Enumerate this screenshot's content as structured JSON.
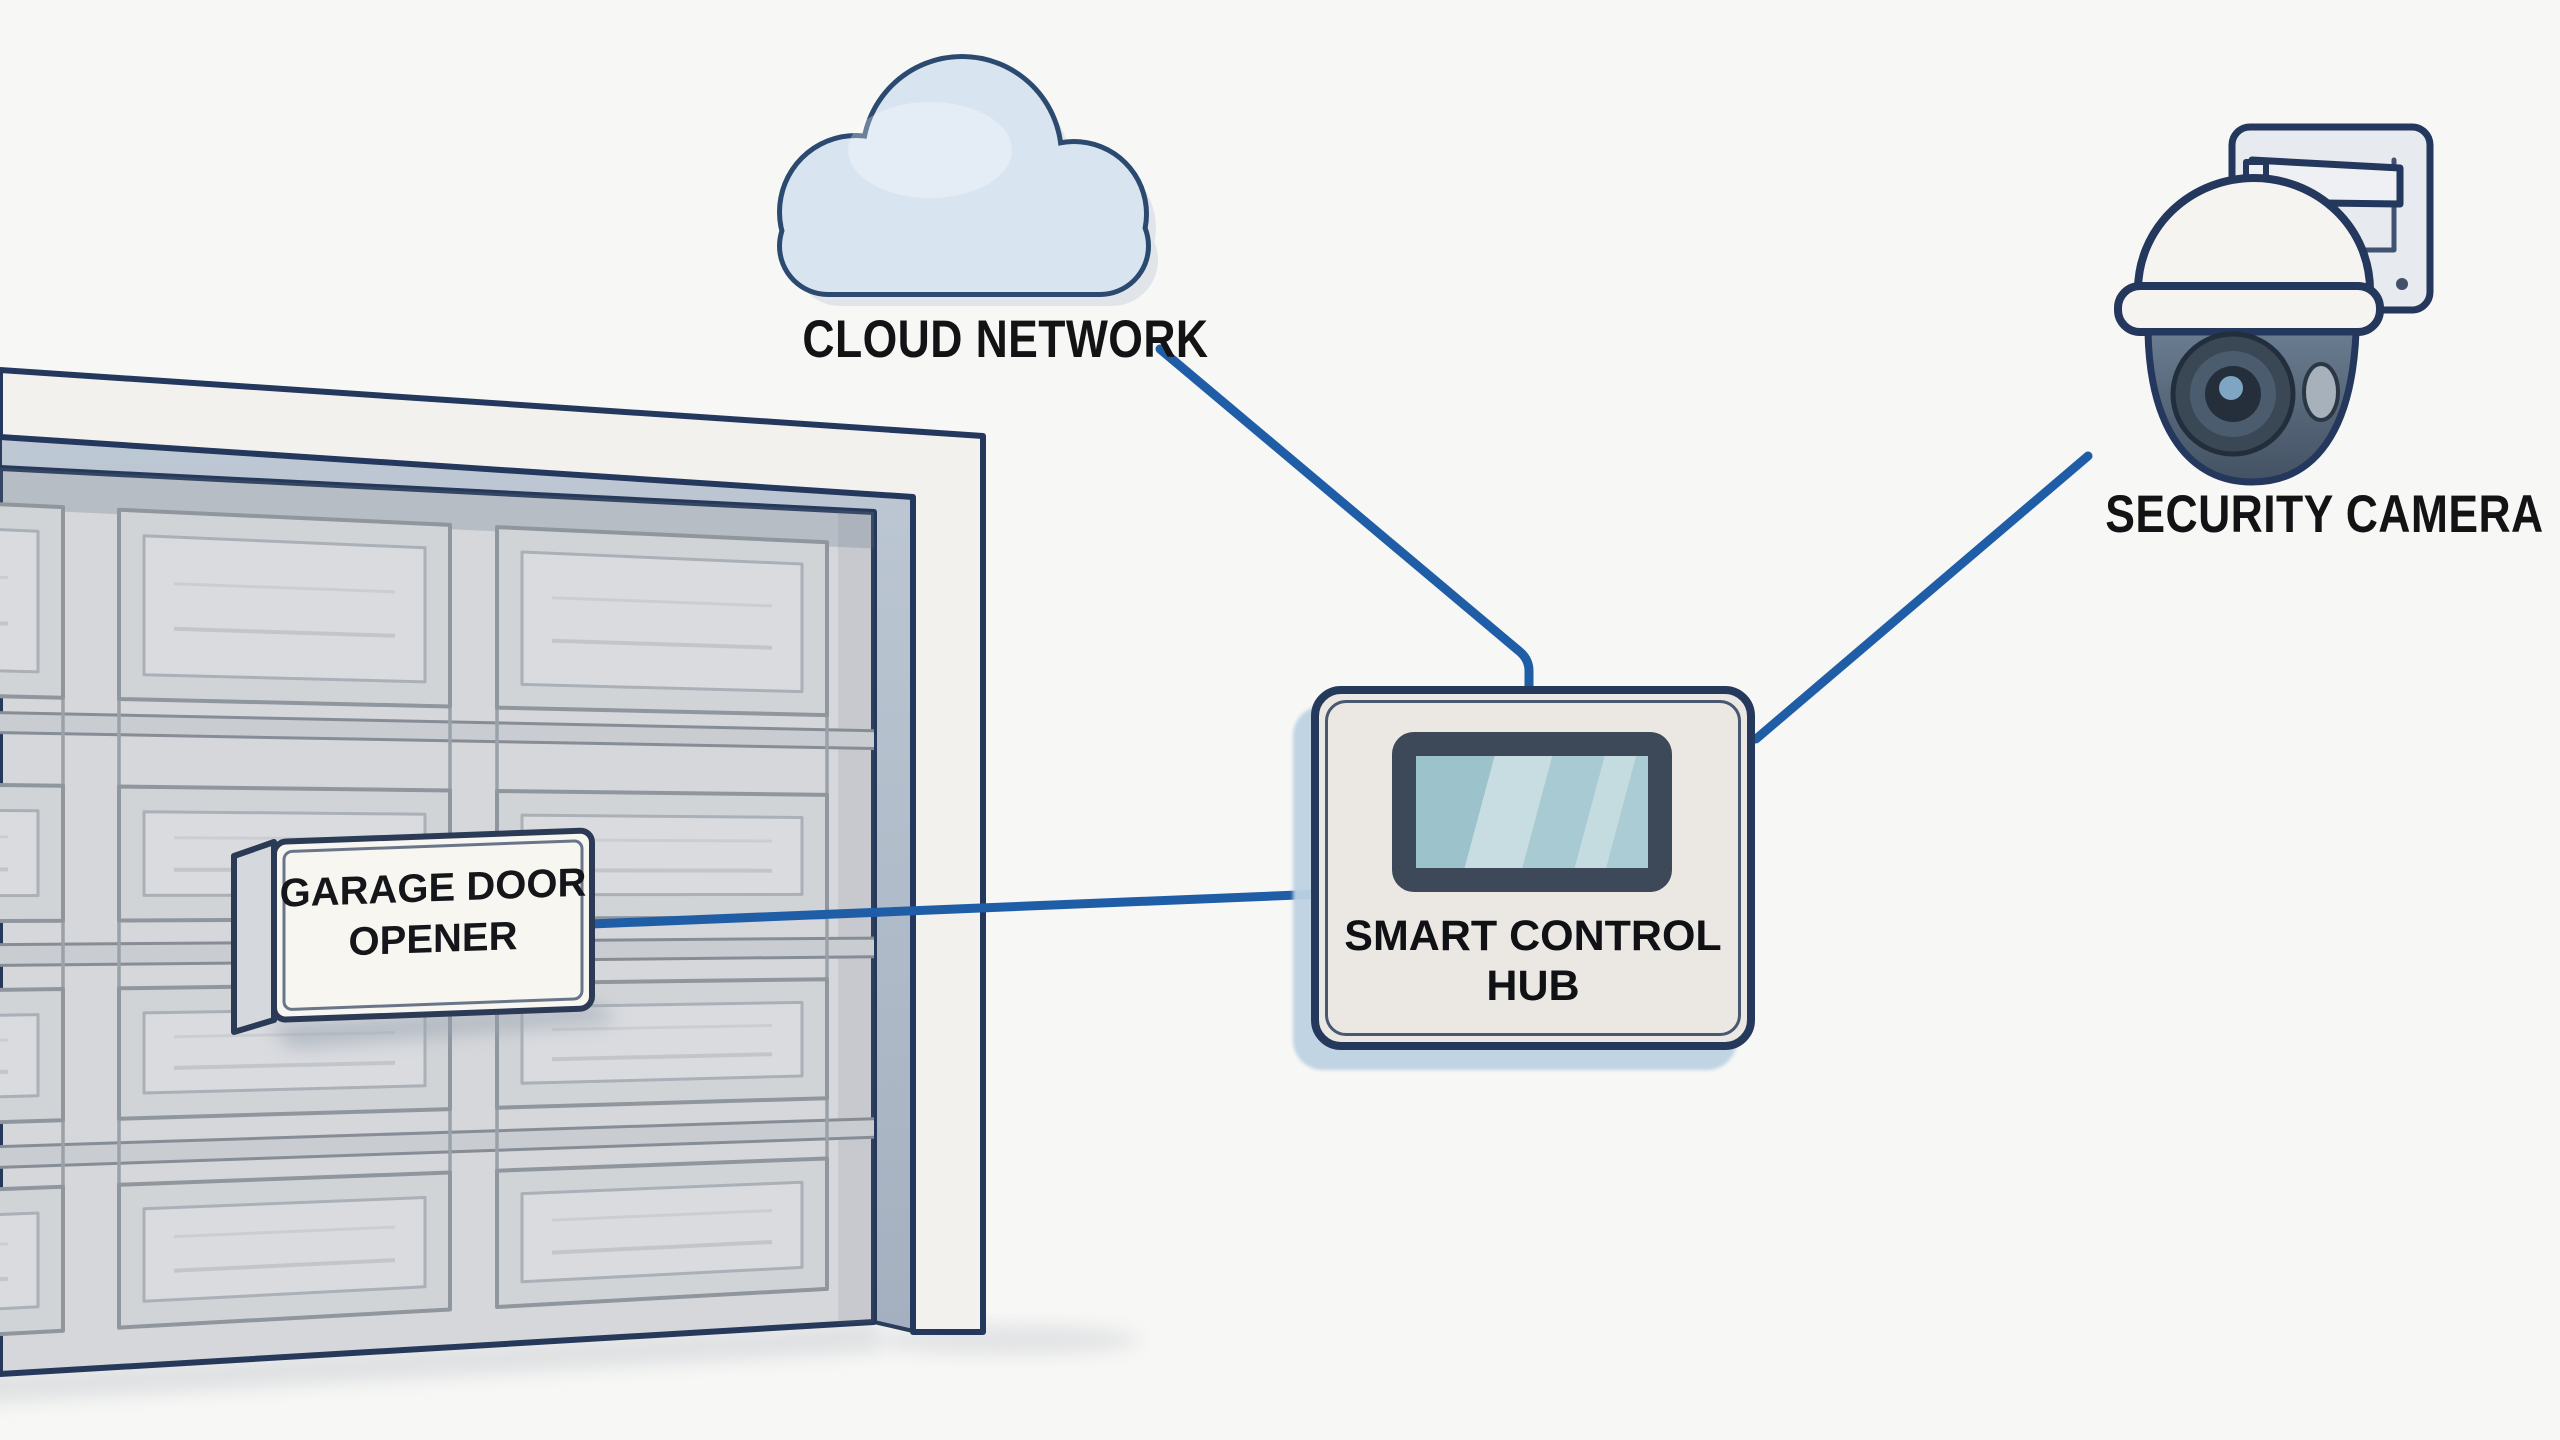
{
  "diagram": {
    "background_color": "#f7f7f5",
    "connector_color": "#1f5ea7",
    "outline_color": "#24375c",
    "nodes": {
      "cloud": {
        "label": "CLOUD NETWORK"
      },
      "camera": {
        "label": "SECURITY CAMERA"
      },
      "hub": {
        "label": "SMART CONTROL HUB"
      },
      "opener": {
        "label": "GARAGE DOOR OPENER"
      }
    },
    "connections": [
      {
        "from": "cloud-network",
        "to": "smart-control-hub"
      },
      {
        "from": "security-camera",
        "to": "smart-control-hub"
      },
      {
        "from": "garage-door-opener",
        "to": "smart-control-hub"
      }
    ]
  }
}
